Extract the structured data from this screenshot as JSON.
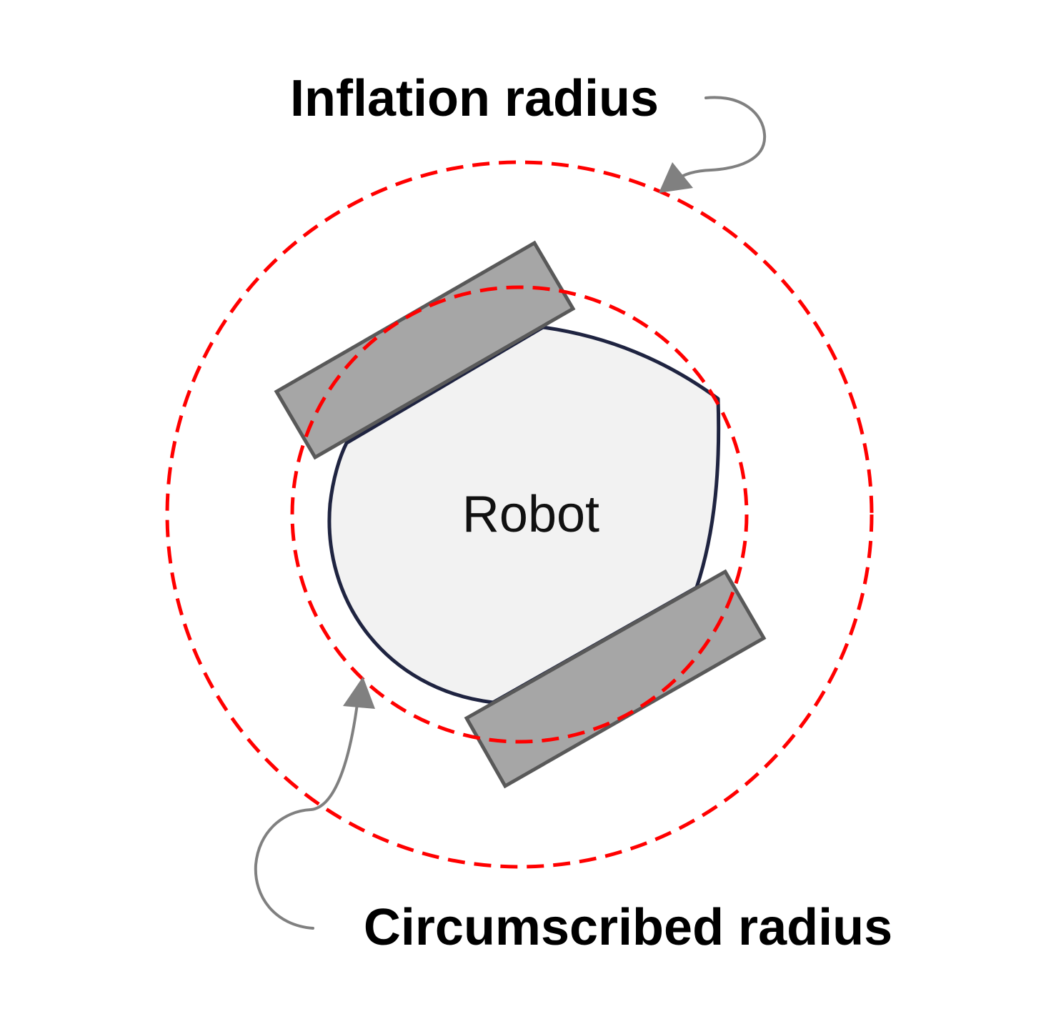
{
  "labels": {
    "inflation_radius": "Inflation radius",
    "circumscribed_radius": "Circumscribed radius",
    "robot": "Robot"
  },
  "colors": {
    "radius_circle": "#ff0000",
    "robot_body_fill": "#f2f2f2",
    "robot_body_stroke": "#1f2441",
    "wheel_fill": "#a6a6a6",
    "wheel_stroke": "#595959",
    "arrow": "#808080",
    "text": "#000000"
  }
}
